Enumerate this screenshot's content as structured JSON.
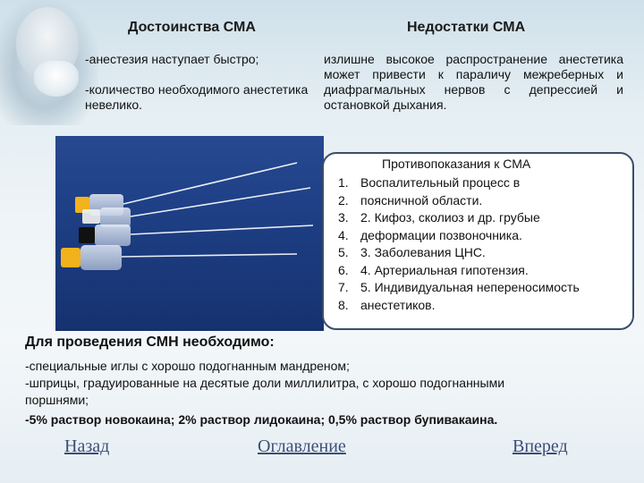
{
  "advantages": {
    "heading": "Достоинства СМА",
    "items": [
      "-анестезия наступает быстро;",
      "-количество необходимого анестетика невелико."
    ]
  },
  "disadvantages": {
    "heading": "Недостатки СМА",
    "text": "излишне высокое распространение анестетика может привести к параличу межреберных и диафрагмальных нервов с депрессией и остановкой дыхания."
  },
  "contraindications": {
    "title": "Противопоказания к СМА",
    "items": [
      {
        "num": "1.",
        "text": "Воспалительный процесс в"
      },
      {
        "num": "2.",
        "text": "поясничной области."
      },
      {
        "num": "3.",
        "text": "2. Кифоз, сколиоз и др. грубые"
      },
      {
        "num": "4.",
        "text": "деформации позвоночника."
      },
      {
        "num": "5.",
        "text": "3. Заболевания ЦНС."
      },
      {
        "num": "6.",
        "text": "4. Артериальная гипотензия."
      },
      {
        "num": "7.",
        "text": "5. Индивидуальная непереносимость"
      },
      {
        "num": "8.",
        "text": "анестетиков."
      }
    ]
  },
  "requirements": {
    "title": "Для проведения СМН необходимо:",
    "line1": "-специальные иглы с хорошо подогнанным мандреном;",
    "line2": "-шприцы, градуированные на десятые доли миллилитра, с хорошо подогнанными поршнями;",
    "line3": "-5% раствор новокаина; 2% раствор лидокаина; 0,5% раствор бупивакаина."
  },
  "nav": {
    "back": "Назад",
    "toc": "Оглавление",
    "next": "Вперед"
  },
  "colors": {
    "photo_background": "#1e3f85",
    "needle_hub_yellow": "#f2b21c",
    "needle_hub_black": "#111111",
    "nav_link": "#3c4e7a",
    "box_border": "#3a4f6a"
  }
}
